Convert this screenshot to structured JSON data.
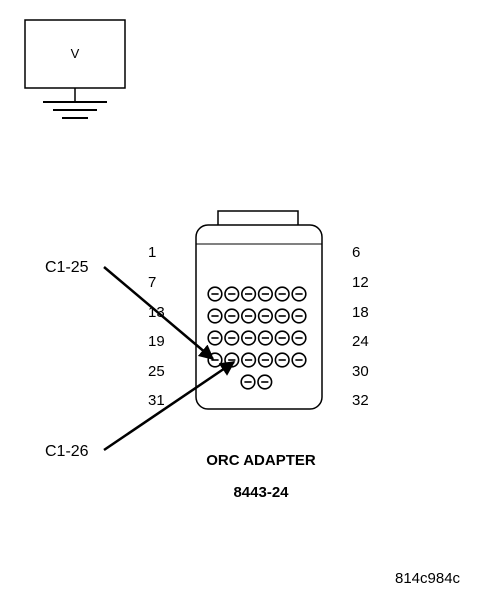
{
  "meter": {
    "label": "V"
  },
  "adapter": {
    "name": "ORC ADAPTER",
    "part_number": "8443-24",
    "pin_rows": [
      {
        "left": "1",
        "right": "6",
        "pins": 0
      },
      {
        "left": "7",
        "right": "12",
        "pins": 6
      },
      {
        "left": "13",
        "right": "18",
        "pins": 6
      },
      {
        "left": "19",
        "right": "24",
        "pins": 6
      },
      {
        "left": "25",
        "right": "30",
        "pins": 6
      },
      {
        "left": "31",
        "right": "32",
        "pins": 2
      }
    ],
    "callouts": [
      {
        "label": "C1-25",
        "target_pin": "25"
      },
      {
        "label": "C1-26",
        "target_pin": "26"
      }
    ]
  },
  "figure_id": "814c984c",
  "colors": {
    "ink": "#000000",
    "background": "#ffffff"
  }
}
